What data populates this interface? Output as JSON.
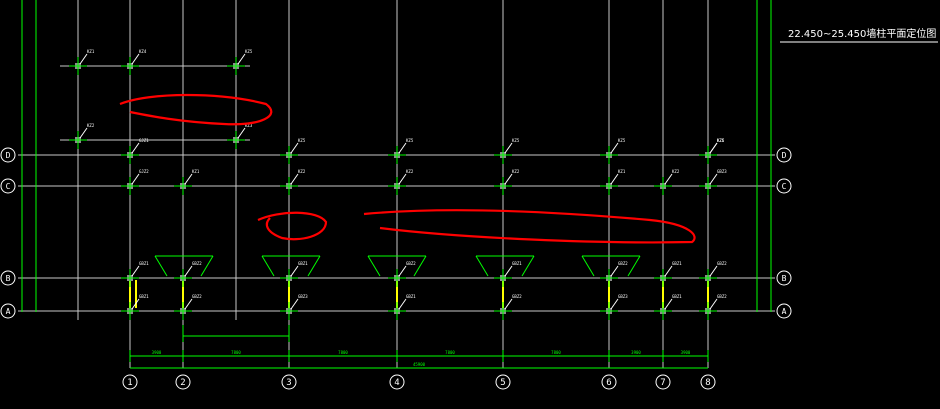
{
  "drawing": {
    "title": "22.450~25.450墙柱平面定位图",
    "colors": {
      "background": "#000000",
      "grid_line": "#c8c8c8",
      "dimension": "#00ff00",
      "wall": "#ffff00",
      "column": "#8c8c8c",
      "annotation": "#ff0000",
      "text": "#ffffff"
    },
    "axes_vertical": [
      "1",
      "2",
      "3",
      "4",
      "5",
      "6",
      "7",
      "8"
    ],
    "axes_horizontal": [
      "D",
      "C",
      "B",
      "A"
    ],
    "columns": {
      "upper": [
        "KZ1",
        "KZ4",
        "KZ5",
        "KZ2",
        "KZ3"
      ],
      "row_d": [
        "GJZ1",
        "KZ5",
        "KZ5",
        "KZ5",
        "KZ5",
        "KZ5",
        "KZ6"
      ],
      "row_c": [
        "GJZ2",
        "KZ1",
        "KZ2",
        "KZ2",
        "KZ2",
        "KZ1",
        "KZ2",
        "GBZ3"
      ],
      "row_b": [
        "GBZ1",
        "GBZ2",
        "GBZ1",
        "GBZ2",
        "GBZ1",
        "GBZ2",
        "GBZ1",
        "GBZ2",
        "GBZ1",
        "GBZ2"
      ],
      "row_a": [
        "GBZ1",
        "GBZ2",
        "GBZ3",
        "GBZ1",
        "GBZ2",
        "GBZ3",
        "GBZ1",
        "GBZ2"
      ]
    },
    "dimensions": {
      "bottom": [
        "3900",
        "7800",
        "7800",
        "7800",
        "7800",
        "3900",
        "3900"
      ],
      "total": "45900"
    },
    "icon": "floor-plan-drawing"
  }
}
